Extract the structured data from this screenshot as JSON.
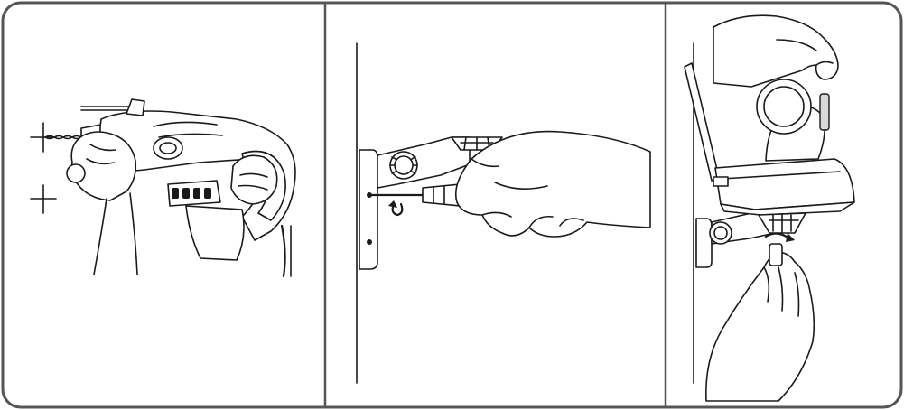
{
  "figure": {
    "panels": [
      {
        "id": 1,
        "depicts": "drill-icon"
      },
      {
        "id": 2,
        "depicts": "screwdriver-icon"
      },
      {
        "id": 3,
        "depicts": "camera-icon"
      }
    ],
    "colors": {
      "line": "#1a1a1a",
      "frame": "#555555",
      "background": "#ffffff",
      "shade": "#d9d9d9"
    }
  }
}
